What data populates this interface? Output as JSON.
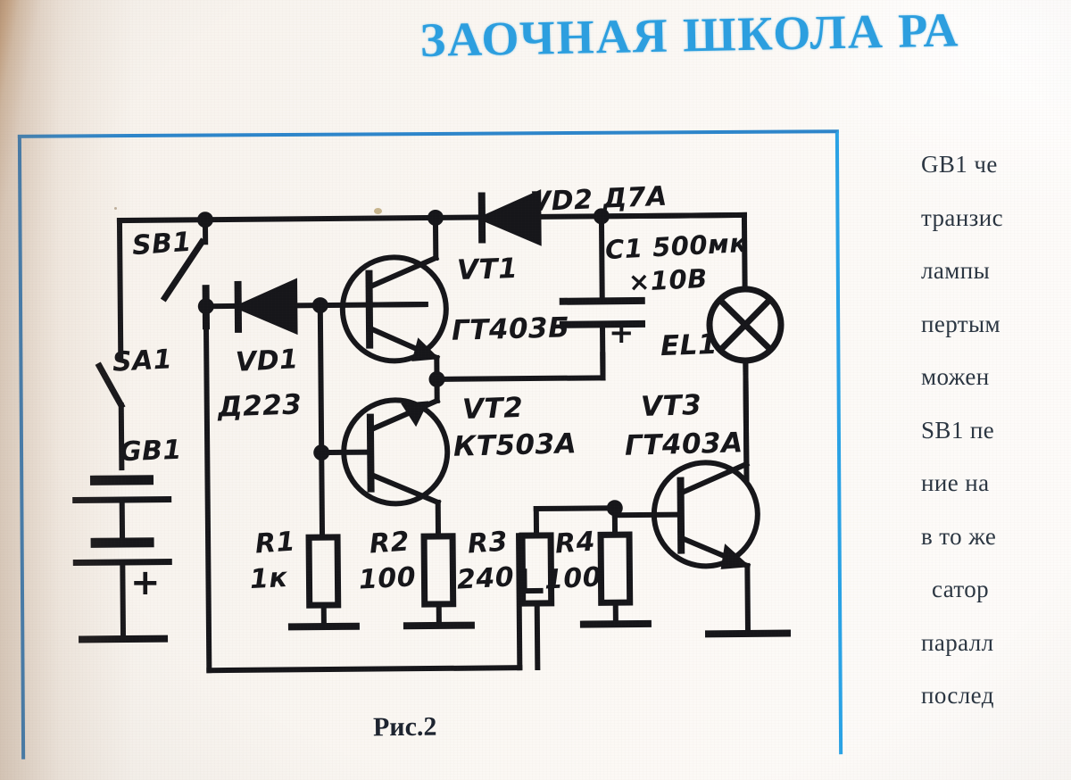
{
  "header": {
    "title": "ЗАОЧНАЯ ШКОЛА РА"
  },
  "figure": {
    "caption": "Рис.2",
    "frame_color": "#2f7fc4",
    "ink_color": "#16161a"
  },
  "schematic": {
    "title": "Рис.2",
    "components": [
      {
        "ref": "SB1",
        "type": "push-button-switch",
        "label": "SB1",
        "value": ""
      },
      {
        "ref": "SA1",
        "type": "toggle-switch",
        "label": "SA1",
        "value": ""
      },
      {
        "ref": "GB1",
        "type": "battery",
        "label": "GB1",
        "value": "",
        "polarity": "+"
      },
      {
        "ref": "VD1",
        "type": "diode",
        "label": "VD1",
        "value": "Д223"
      },
      {
        "ref": "VD2",
        "type": "diode",
        "label": "VD2",
        "value": "Д7А"
      },
      {
        "ref": "VT1",
        "type": "transistor-pnp",
        "label": "VT1",
        "value": "ГТ403Б"
      },
      {
        "ref": "VT2",
        "type": "transistor-npn",
        "label": "VT2",
        "value": "КТ503А"
      },
      {
        "ref": "VT3",
        "type": "transistor-pnp",
        "label": "VT3",
        "value": "ГТ403А"
      },
      {
        "ref": "C1",
        "type": "capacitor-polar",
        "label": "C1",
        "value": "500мк",
        "value2": "×10В",
        "polarity": "+"
      },
      {
        "ref": "EL1",
        "type": "lamp",
        "label": "EL1",
        "value": ""
      },
      {
        "ref": "R1",
        "type": "resistor",
        "label": "R1",
        "value": "1к"
      },
      {
        "ref": "R2",
        "type": "resistor",
        "label": "R2",
        "value": "100"
      },
      {
        "ref": "R3",
        "type": "resistor-trimmer",
        "label": "R3",
        "value": "240"
      },
      {
        "ref": "R4",
        "type": "resistor",
        "label": "R4",
        "value": "100"
      }
    ],
    "labels": {
      "sb1": "SB1",
      "sa1": "SA1",
      "gb1": "GB1",
      "gb1_plus": "+",
      "vd1": "VD1",
      "vd1_val": "Д223",
      "vd2": "VD2 Д7А",
      "vt1": "VT1",
      "vt1_val": "ГТ403Б",
      "vt2": "VT2",
      "vt2_val": "КТ503А",
      "vt3": "VT3",
      "vt3_val": "ГТ403А",
      "c1": "C1 500мк",
      "c1_2": "×10В",
      "c1_plus": "+",
      "el1": "EL1",
      "r1": "R1",
      "r1_val": "1к",
      "r2": "R2",
      "r2_val": "100",
      "r3": "R3",
      "r3_val": "240",
      "r4": "R4",
      "r4_val": "100"
    }
  },
  "article_text": {
    "lines": [
      "GB1 че",
      "транзис",
      "лампы",
      "пертым",
      "можен",
      "SB1  пе",
      "ние на",
      "в то же",
      "сатор",
      "паралл",
      "послед"
    ]
  }
}
